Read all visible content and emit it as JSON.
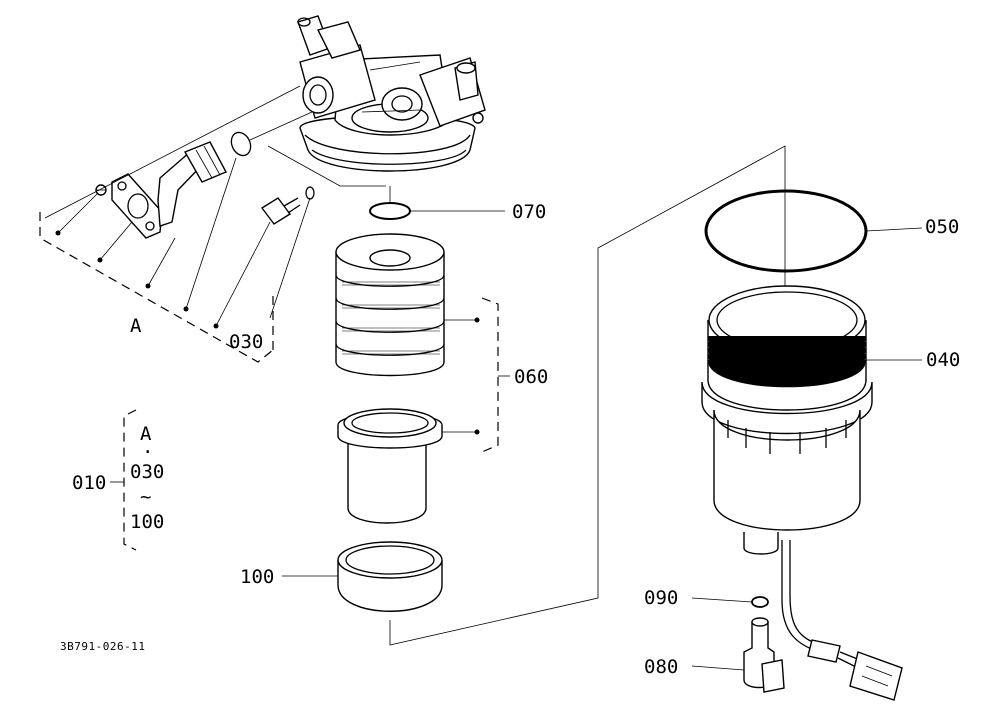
{
  "diagram": {
    "labels": {
      "p070": "070",
      "p050": "050",
      "p060": "060",
      "p040": "040",
      "p030": "030",
      "pA": "A",
      "p090": "090",
      "p080": "080",
      "p100": "100",
      "p010": "010"
    },
    "group_legend": {
      "first": "A",
      "dot": "·",
      "second": "030",
      "tilde": "~",
      "third": "100"
    },
    "drawing_id": "3B791-026-11"
  }
}
